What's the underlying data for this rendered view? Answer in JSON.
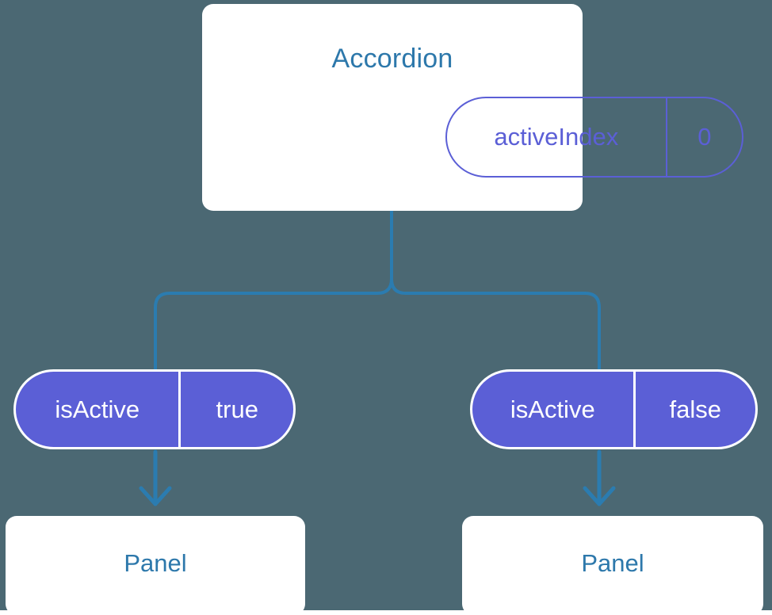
{
  "diagram": {
    "type": "component-state-tree",
    "background_color": "#4b6873",
    "accent_blue": "#2d78ab",
    "accent_purple": "#5b5fd6",
    "card_background": "#ffffff",
    "root": {
      "title": "Accordion",
      "state": {
        "key": "activeIndex",
        "value": "0"
      }
    },
    "branches": [
      {
        "side": "left",
        "prop": {
          "key": "isActive",
          "value": "true"
        },
        "child": {
          "title": "Panel"
        }
      },
      {
        "side": "right",
        "prop": {
          "key": "isActive",
          "value": "false"
        },
        "child": {
          "title": "Panel"
        }
      }
    ]
  }
}
